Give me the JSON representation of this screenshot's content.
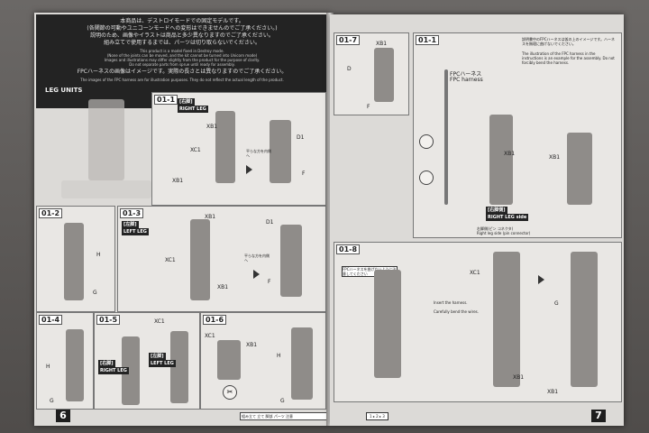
{
  "left_page": {
    "header_lines_jp": [
      "本商品は、デストロイモードでの固定モデルです。",
      "(各関節の可動やユニコーンモードへの変形はできませんのでご了承ください。)",
      "説明のため、画像やイラストは商品と多少異なりますのでご了承ください。",
      "組み立てで使用するまでは、パーツは切り取らないでください。",
      "FPCハーネスの画像はイメージです。実際の長さとは異なりますのでご了承ください。"
    ],
    "header_lines_en": [
      "This product is a model fixed in Destroy mode.",
      "(None of the joints can be moved, and the kit cannot be turned into Unicorn mode)",
      "Images and illustrations may differ slightly from the product for the purpose of clarity.",
      "Do not separate parts from sprue until ready for assembly.",
      "The images of the FPC harness are for illustration purposes. They do not reflect the actual length of the product."
    ],
    "leg_units_label": "LEG UNITS",
    "page_number": "6",
    "steps": {
      "s1": {
        "num": "01-1",
        "tag_jp": "[右脚]",
        "tag_en": "RIGHT LEG",
        "labels": [
          "XB1",
          "XC1",
          "XB1",
          "D1",
          "F"
        ],
        "note_jp": "平らな方を内側へ"
      },
      "s2": {
        "num": "01-2",
        "labels": [
          "H",
          "G"
        ]
      },
      "s3": {
        "num": "01-3",
        "tag_jp": "[左脚]",
        "tag_en": "LEFT LEG",
        "labels": [
          "XB1",
          "XC1",
          "XB1",
          "D1",
          "F"
        ],
        "note_jp": "平らな方を内側へ"
      },
      "s4": {
        "num": "01-4",
        "labels": [
          "H",
          "G"
        ]
      },
      "s5": {
        "num": "01-5",
        "labels": [
          "XC1"
        ],
        "tag1_jp": "[右脚]",
        "tag1_en": "RIGHT LEG",
        "tag2_jp": "[左脚]",
        "tag2_en": "LEFT LEG"
      },
      "s6": {
        "num": "01-6",
        "labels": [
          "XC1",
          "XB1",
          "H",
          "G"
        ]
      }
    },
    "footer_note": "組み立て 立て 脚部 パーツ 注意"
  },
  "right_page": {
    "page_number": "7",
    "step_top": {
      "num": "01-7",
      "labels": [
        "XB1",
        "D",
        "F"
      ]
    },
    "step_fpc": {
      "num": "01-1",
      "labels": [
        "XB1",
        "XB1"
      ],
      "fpc_jp": "FPCハーネス",
      "fpc_en": "FPC harness",
      "tag_jp": "[右脚側]",
      "tag_en": "RIGHT LEG side",
      "caption_jp": "右脚側(ピン コネクタ)",
      "caption_en": "Right leg side (pin connector)",
      "note_jp": "説明書中のFPCハーネスは仮の上のイメージです。ハーネスを無理に曲げないでください。",
      "note_en": "The illustration of the FPC harness in the instructions is an example for the assembly. Do not forcibly bend the harness."
    },
    "step_bottom": {
      "num": "01-8",
      "labels": [
        "XC1",
        "XB1",
        "G",
        "XB1"
      ],
      "note1": "FPCハーネスを曲げないように注意してください",
      "note2": "Insert the harness.",
      "note3": "Carefully bend the wires."
    },
    "legend_items": [
      "1",
      "2",
      "3"
    ]
  }
}
